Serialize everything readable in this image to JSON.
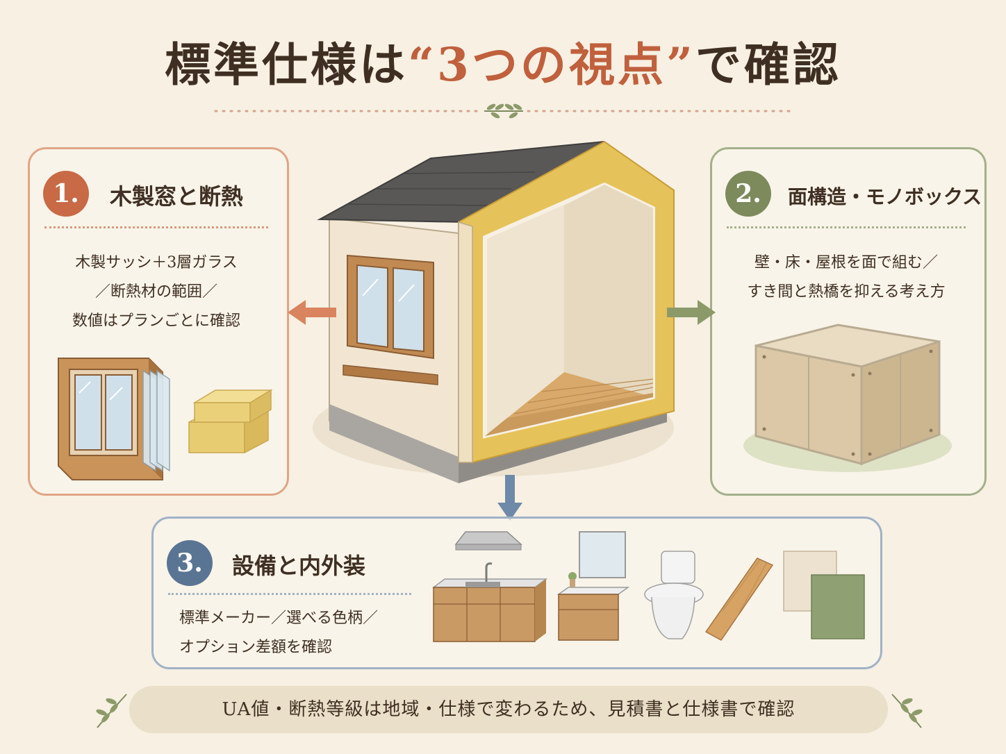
{
  "title": {
    "prefix": "標準仕様は",
    "highlight": "“3つの視点”",
    "suffix": "で確認"
  },
  "panels": [
    {
      "number": "1.",
      "heading": "木製窓と断熱",
      "lines": [
        "木製サッシ＋3層ガラス",
        "／断熱材の範囲／",
        "数値はプランごとに確認"
      ]
    },
    {
      "number": "2.",
      "heading": "面構造・モノボックス",
      "lines": [
        "壁・床・屋根を面で組む／",
        "すき間と熱橋を抑える考え方"
      ]
    },
    {
      "number": "3.",
      "heading": "設備と内外装",
      "lines": [
        "標準メーカー／選べる色柄／",
        "オプション差額を確認"
      ]
    }
  ],
  "footer": "UA値・断熱等級は地域・仕様で変わるため、見積書と仕様書で確認",
  "colors": {
    "panel1": "#c86a45",
    "panel2": "#7c8a5c",
    "panel3": "#5a7493",
    "title_highlight": "#c0603d",
    "background": "#f7f0e3"
  },
  "icons": [
    "leaf-sprig-icon",
    "arrow-left-icon",
    "arrow-right-icon",
    "arrow-down-icon"
  ]
}
